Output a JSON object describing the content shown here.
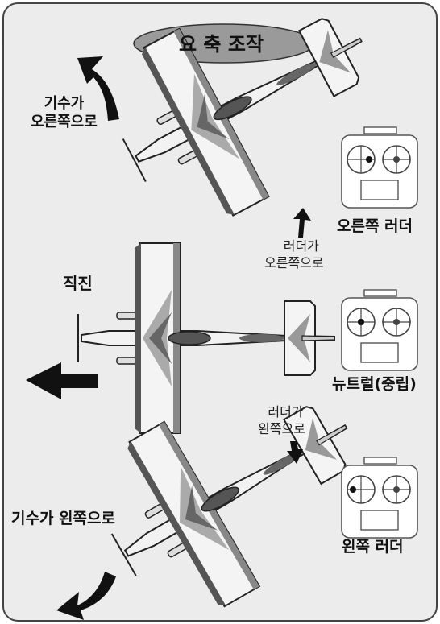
{
  "title": "요 축 조작",
  "panels": [
    {
      "id": "right",
      "plane_label_lines": [
        "기수가",
        "오른쪽으로"
      ],
      "rudder_label_lines": [
        "러더가",
        "오른쪽으로"
      ],
      "transmitter_label": "오른쪽 러더",
      "stick_position": "right"
    },
    {
      "id": "neutral",
      "plane_label_lines": [
        "직진"
      ],
      "transmitter_label": "뉴트럴(중립)",
      "stick_position": "center"
    },
    {
      "id": "left",
      "plane_label_lines": [
        "기수가 왼쪽으로"
      ],
      "rudder_label_lines": [
        "러더가",
        "왼쪽으로"
      ],
      "transmitter_label": "왼쪽 러더",
      "stick_position": "left"
    }
  ],
  "colors": {
    "panel_bg": "#ececec",
    "panel_border": "#444444",
    "title_pill": "#9a9a9a",
    "arrow": "#111111",
    "wing_dark": "#555555",
    "fuselage": "#eeeeee"
  },
  "icons": [
    "curved-arrow-icon",
    "straight-arrow-icon",
    "small-arrow-icon",
    "airplane-icon",
    "transmitter-icon"
  ]
}
